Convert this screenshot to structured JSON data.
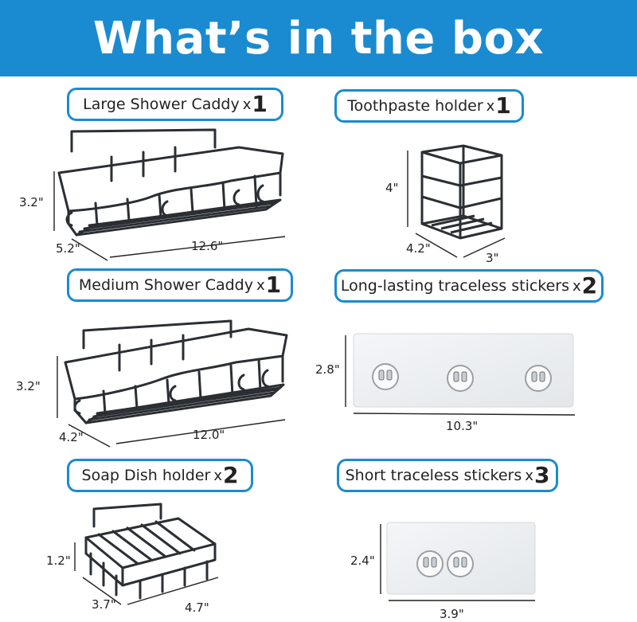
{
  "banner": {
    "title": "What’s in the box"
  },
  "items": [
    {
      "name": "Large Shower Caddy",
      "x": "x",
      "qty": "1",
      "dims": {
        "height": "3.2\"",
        "depth": "5.2\"",
        "width": "12.6\""
      }
    },
    {
      "name": "Toothpaste holder",
      "x": "x",
      "qty": "1",
      "dims": {
        "height": "4\"",
        "depth": "4.2\"",
        "width": "3\""
      }
    },
    {
      "name": "Medium Shower Caddy",
      "x": "x",
      "qty": "1",
      "dims": {
        "height": "3.2\"",
        "depth": "4.2\"",
        "width": "12.0\""
      }
    },
    {
      "name": "Long-lasting traceless stickers",
      "x": "x",
      "qty": "2",
      "dims": {
        "height": "2.8\"",
        "width": "10.3\""
      }
    },
    {
      "name": "Soap Dish holder",
      "x": "x",
      "qty": "2",
      "dims": {
        "height": "1.2\"",
        "depth": "3.7\"",
        "width": "4.7\""
      }
    },
    {
      "name": "Short traceless stickers",
      "x": "x",
      "qty": "3",
      "dims": {
        "height": "2.4\"",
        "width": "3.9\""
      }
    }
  ],
  "colors": {
    "accent": "#1a8bd0",
    "metal": "#2b2f33"
  }
}
